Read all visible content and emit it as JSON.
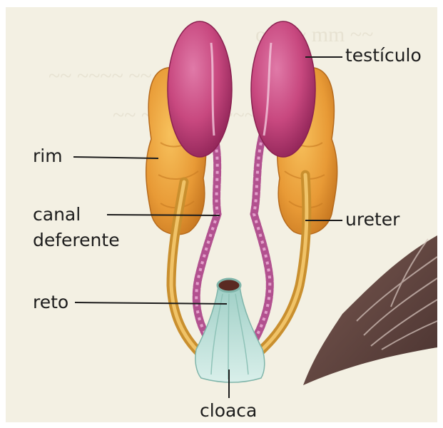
{
  "diagram": {
    "labels": {
      "testiculo": "testículo",
      "rim": "rim",
      "canal_line1": "canal",
      "canal_line2": "deferente",
      "ureter": "ureter",
      "reto": "reto",
      "cloaca": "cloaca"
    },
    "colors": {
      "background": "#f3f0e3",
      "testis": "#c8487f",
      "kidney": "#e89a36",
      "vas_deferens": "#c86aa5",
      "ureter": "#d7a03e",
      "cloaca": "#c6e6df",
      "wing": "#6b4a42",
      "leader_line": "#1c1c1c"
    }
  }
}
